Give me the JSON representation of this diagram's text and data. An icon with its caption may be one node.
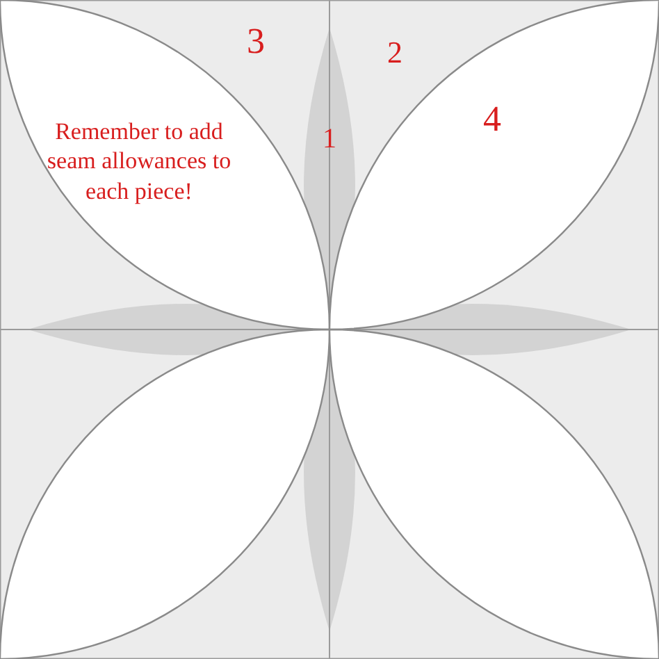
{
  "diagram": {
    "labels": [
      "3",
      "2",
      "4",
      "Remember to add seam allowances to each piece!",
      "1"
    ]
  }
}
